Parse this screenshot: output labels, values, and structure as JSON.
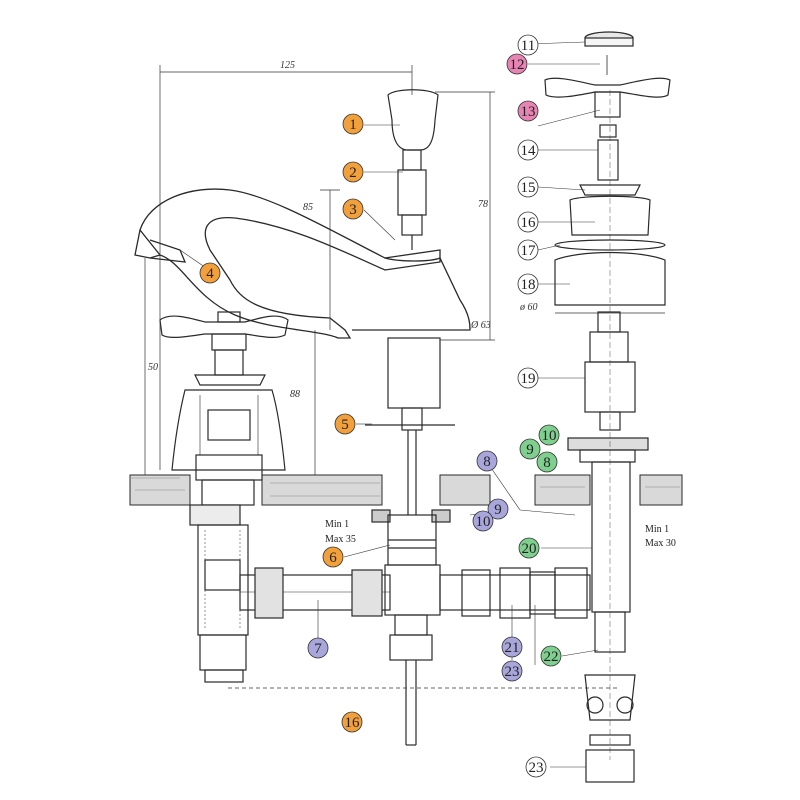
{
  "callouts": [
    {
      "id": "c1",
      "label": "1",
      "color": "orange"
    },
    {
      "id": "c2",
      "label": "2",
      "color": "orange"
    },
    {
      "id": "c3",
      "label": "3",
      "color": "orange"
    },
    {
      "id": "c4",
      "label": "4",
      "color": "orange"
    },
    {
      "id": "c5",
      "label": "5",
      "color": "orange"
    },
    {
      "id": "c6",
      "label": "6",
      "color": "orange"
    },
    {
      "id": "c7",
      "label": "7",
      "color": "violet"
    },
    {
      "id": "c8a",
      "label": "8",
      "color": "violet"
    },
    {
      "id": "c9a",
      "label": "9",
      "color": "violet"
    },
    {
      "id": "c10a",
      "label": "10",
      "color": "violet"
    },
    {
      "id": "c9b",
      "label": "9",
      "color": "green"
    },
    {
      "id": "c10b",
      "label": "10",
      "color": "green"
    },
    {
      "id": "c8b",
      "label": "8",
      "color": "green"
    },
    {
      "id": "c11",
      "label": "11",
      "color": "none"
    },
    {
      "id": "c12",
      "label": "12",
      "color": "pink"
    },
    {
      "id": "c13",
      "label": "13",
      "color": "pink"
    },
    {
      "id": "c14",
      "label": "14",
      "color": "none"
    },
    {
      "id": "c15",
      "label": "15",
      "color": "none"
    },
    {
      "id": "c16",
      "label": "16",
      "color": "none"
    },
    {
      "id": "c17",
      "label": "17",
      "color": "none"
    },
    {
      "id": "c18",
      "label": "18",
      "color": "none"
    },
    {
      "id": "c19",
      "label": "19",
      "color": "none"
    },
    {
      "id": "c20",
      "label": "20",
      "color": "green"
    },
    {
      "id": "c21",
      "label": "21",
      "color": "violet"
    },
    {
      "id": "c22",
      "label": "22",
      "color": "green"
    },
    {
      "id": "c23a",
      "label": "23",
      "color": "violet"
    },
    {
      "id": "c23b",
      "label": "23",
      "color": "none"
    },
    {
      "id": "c16b",
      "label": "16",
      "color": "orange"
    }
  ],
  "colors": {
    "orange": "#f2a03c",
    "violet": "#a9a6dc",
    "green": "#7fcf8e",
    "pink": "#e884b4",
    "none": "#ffffff",
    "line": "#2a2a2a"
  },
  "dimensions": {
    "d125": "125",
    "d85": "85",
    "d78": "78",
    "d50": "50",
    "d88": "88",
    "dia63": "Ø 63",
    "dia60": "ø 60"
  },
  "notes": {
    "min_left": "Min 1",
    "max_left": "Max 35",
    "min_right": "Min 1",
    "max_right": "Max 30"
  }
}
